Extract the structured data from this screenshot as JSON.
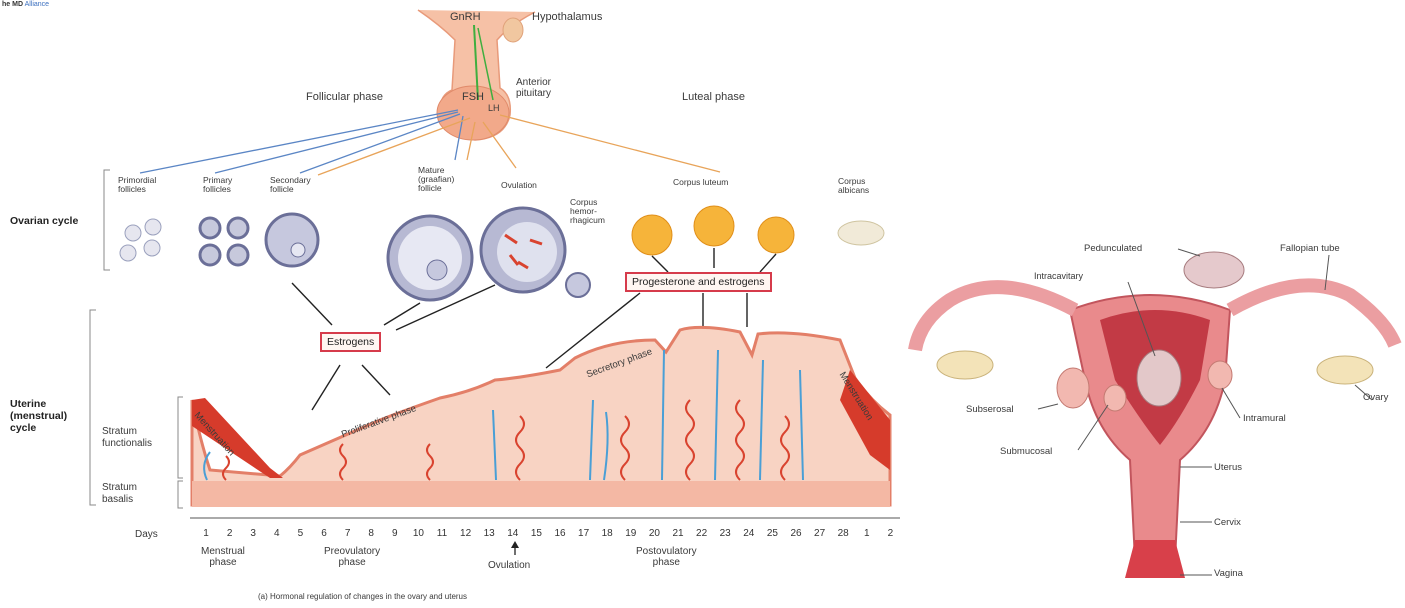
{
  "watermark": {
    "prefix": "he MD",
    "suffix": "Alliance"
  },
  "hormones": {
    "gnrh": "GnRH",
    "hypothalamus": "Hypothalamus",
    "anterior_pituitary": "Anterior\npituitary",
    "fsh": "FSH",
    "lh": "LH"
  },
  "phases": {
    "follicular": "Follicular phase",
    "luteal": "Luteal phase"
  },
  "ovarian": {
    "title": "Ovarian cycle",
    "stages": [
      "Primordial\nfollicles",
      "Primary\nfollicles",
      "Secondary\nfollicle",
      "Mature\n(graafian)\nfollicle",
      "Ovulation",
      "Corpus\nhemor-\nrhagicum",
      "Corpus luteum",
      "Corpus\nalbicans"
    ]
  },
  "hormone_boxes": {
    "estrogens": "Estrogens",
    "progesterone": "Progesterone and estrogens"
  },
  "uterine": {
    "title": "Uterine\n(menstrual)\ncycle",
    "functionalis": "Stratum\nfunctionalis",
    "basalis": "Stratum\nbasalis",
    "menstruation_1": "Menstruation",
    "proliferative": "Proliferative phase",
    "secretory": "Secretory phase",
    "menstruation_2": "Menstruation"
  },
  "days": {
    "label": "Days",
    "values": [
      "1",
      "2",
      "3",
      "4",
      "5",
      "6",
      "7",
      "8",
      "9",
      "10",
      "11",
      "12",
      "13",
      "14",
      "15",
      "16",
      "17",
      "18",
      "19",
      "20",
      "21",
      "22",
      "23",
      "24",
      "25",
      "26",
      "27",
      "28",
      "1",
      "2"
    ]
  },
  "day_phases": {
    "menstrual": "Menstrual\nphase",
    "preovulatory": "Preovulatory\nphase",
    "ovulation": "Ovulation",
    "postovulatory": "Postovulatory\nphase"
  },
  "caption": "(a) Hormonal regulation of changes in the ovary and uterus",
  "uterus_labels": {
    "pedunculated": "Pedunculated",
    "fallopian": "Fallopian tube",
    "intracavitary": "Intracavitary",
    "subserosal": "Subserosal",
    "ovary": "Ovary",
    "intramural": "Intramural",
    "submucosal": "Submucosal",
    "uterus": "Uterus",
    "cervix": "Cervix",
    "vagina": "Vagina"
  },
  "colors": {
    "fsh_arrow": "#5b86c5",
    "lh_arrow": "#e8a45a",
    "endometrium": "#f6b9a8",
    "vessel_blue": "#4a9fd6",
    "artery_red": "#d9432f",
    "box_border": "#d63b4b"
  }
}
